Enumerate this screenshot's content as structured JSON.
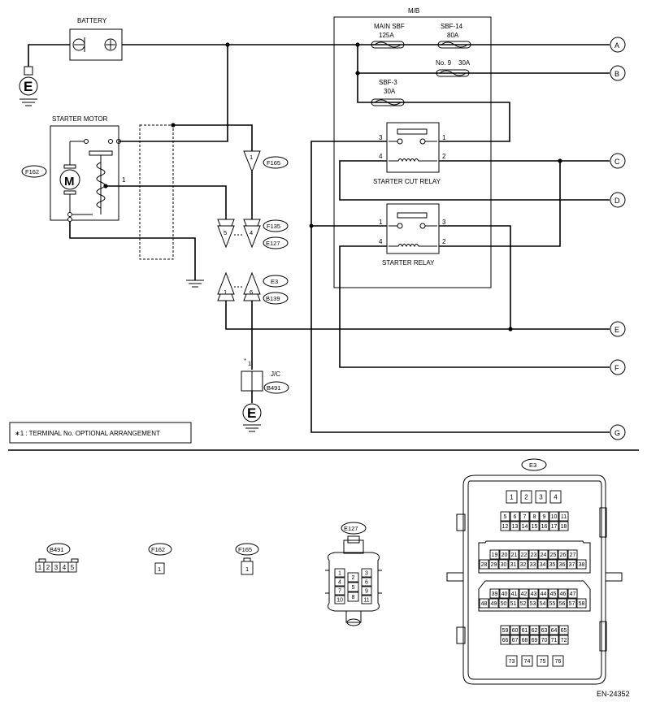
{
  "components": {
    "battery": "BATTERY",
    "mb": "M/B",
    "main_sbf": "MAIN SBF",
    "main_sbf_amp": "125A",
    "sbf14": "SBF-14",
    "sbf14_amp": "80A",
    "no9": "No. 9",
    "no9_amp": "30A",
    "sbf3": "SBF-3",
    "sbf3_amp": "30A",
    "starter_motor": "STARTER MOTOR",
    "motor_symbol": "M",
    "starter_cut_relay": "STARTER CUT RELAY",
    "starter_relay": "STARTER RELAY",
    "jc": "J/C",
    "ground_symbol": "E"
  },
  "terminals": {
    "cut_relay": [
      "3",
      "1",
      "4",
      "2"
    ],
    "starter_relay": [
      "1",
      "3",
      "4",
      "2"
    ],
    "motor": "1",
    "f165_pin": "1",
    "f135_pins": [
      "5",
      "4"
    ],
    "e3_pins": [
      "1",
      "6"
    ],
    "jc_pin": "1",
    "jc_star": "*"
  },
  "connectors": {
    "F162": "F162",
    "F165": "F165",
    "F135": "F135",
    "E127": "E127",
    "E3": "E3",
    "B139": "B139",
    "B491": "B491"
  },
  "outputs": [
    "A",
    "B",
    "C",
    "D",
    "E",
    "F",
    "G"
  ],
  "note": "∗1 : TERMINAL No. OPTIONAL ARRANGEMENT",
  "doc_id": "EN-24352",
  "connector_views": {
    "B491": [
      "1",
      "2",
      "3",
      "4",
      "5"
    ],
    "F162": [
      "1"
    ],
    "F165": [
      "1"
    ],
    "E127": {
      "left": [
        "1",
        "4",
        "7",
        "10"
      ],
      "mid": [
        "2",
        "5",
        "8"
      ],
      "right": [
        "3",
        "6",
        "9",
        "11"
      ]
    },
    "E3": {
      "row1": [
        "1",
        "2",
        "3",
        "4"
      ],
      "row2": [
        "5",
        "6",
        "7",
        "8",
        "9",
        "10",
        "11"
      ],
      "row3": [
        "12",
        "13",
        "14",
        "15",
        "16",
        "17",
        "18"
      ],
      "row4": [
        "19",
        "20",
        "21",
        "22",
        "23",
        "24",
        "25",
        "26",
        "27"
      ],
      "row5": [
        "28",
        "29",
        "30",
        "31",
        "32",
        "33",
        "34",
        "35",
        "36",
        "37",
        "38"
      ],
      "row6": [
        "39",
        "40",
        "41",
        "42",
        "43",
        "44",
        "45",
        "46",
        "47"
      ],
      "row7": [
        "48",
        "49",
        "50",
        "51",
        "52",
        "53",
        "54",
        "55",
        "56",
        "57",
        "58"
      ],
      "row8": [
        "59",
        "60",
        "61",
        "62",
        "63",
        "64",
        "65"
      ],
      "row9": [
        "66",
        "67",
        "68",
        "69",
        "70",
        "71",
        "72"
      ],
      "row10": [
        "73",
        "74",
        "75",
        "76"
      ]
    }
  }
}
